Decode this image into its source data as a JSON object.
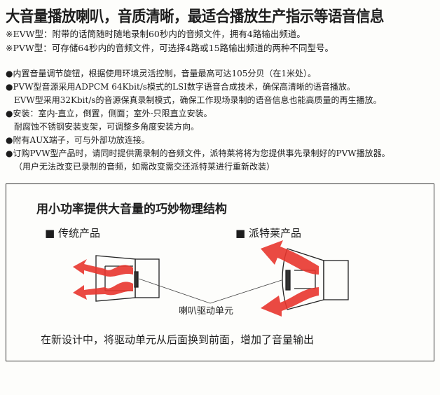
{
  "title": "大音量播放喇叭，音质清晰，最适合播放生产指示等语音信息",
  "notes": [
    "※EVW型：附带的话筒随时随地录制60秒内的音频文件，拥有4路输出频道。",
    "※PVW型：可存储64秒内的音频文件，可选择4路或15路输出频道的两种不同型号。"
  ],
  "features": [
    "●内置音量调节旋钮，根据使用环境灵活控制，音量最高可达105分贝（在1米处）。",
    "●PVW型音源采用ADPCM 64Kbit/s模式的LSI数字语音合成技术，确保高清晰的语音播放。",
    "EVW型采用32Kbit/s的音源保真录制模式，确保工作现场录制的语音信息也能高质量的再生播放。",
    "●安装：室内-直立，倒置，侧面；室外-只限直立安装。",
    "耐腐蚀不锈钢安装支架，可调整多角度安装方向。",
    "●附有AUX端子，可与外部功放连接。",
    "●订购PVW型产品时，请同时提供需录制的音频文件，派特莱将将为您提供事先录制好的PVW播放器。",
    "（用户无法改变已录制的音频，如需改变需交还派特莱进行重新改装）"
  ],
  "diagram": {
    "title": "用小功率提供大音量的巧妙物理结构",
    "left_label": "■ 传统产品",
    "right_label": "■ 派特莱产品",
    "driver_label": "喇叭驱动单元",
    "caption": "在新设计中，将驱动单元从后面换到前面，增加了音量输出",
    "arrow_color": "#e8362e"
  }
}
